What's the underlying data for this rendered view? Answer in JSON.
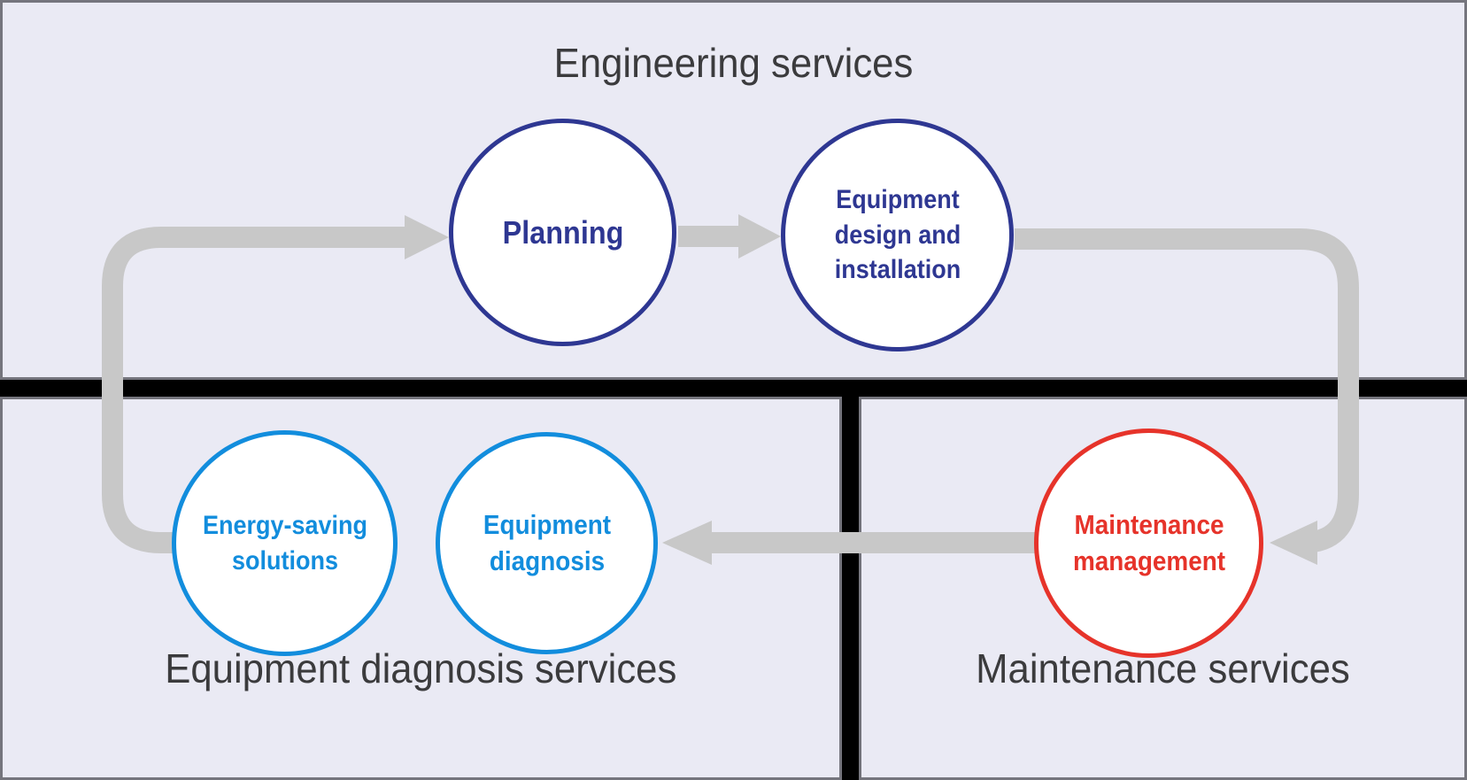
{
  "sections": {
    "engineering": {
      "title": "Engineering services"
    },
    "diagnosis": {
      "title": "Equipment diagnosis services"
    },
    "maintenance": {
      "title": "Maintenance services"
    }
  },
  "nodes": {
    "planning": {
      "label": "Planning",
      "color": "#2e3792"
    },
    "equipment_design": {
      "label": "Equipment design and installation",
      "color": "#2e3792"
    },
    "energy_saving": {
      "label": "Energy-saving solutions",
      "color": "#128ddd"
    },
    "equipment_diagnosis": {
      "label": "Equipment diagnosis",
      "color": "#128ddd"
    },
    "maintenance_management": {
      "label": "Maintenance management",
      "color": "#e6332a"
    }
  },
  "flow": [
    {
      "from": "energy_saving",
      "to": "planning"
    },
    {
      "from": "planning",
      "to": "equipment_design"
    },
    {
      "from": "equipment_design",
      "to": "maintenance_management"
    },
    {
      "from": "maintenance_management",
      "to": "equipment_diagnosis"
    }
  ],
  "colors": {
    "background": "#eaeaf4",
    "divider": "#000000",
    "panel_border": "#75757d",
    "arrow": "#c8c8c8",
    "navy": "#2e3792",
    "blue": "#128ddd",
    "red": "#e6332a",
    "title_text": "#3b3b3d"
  }
}
